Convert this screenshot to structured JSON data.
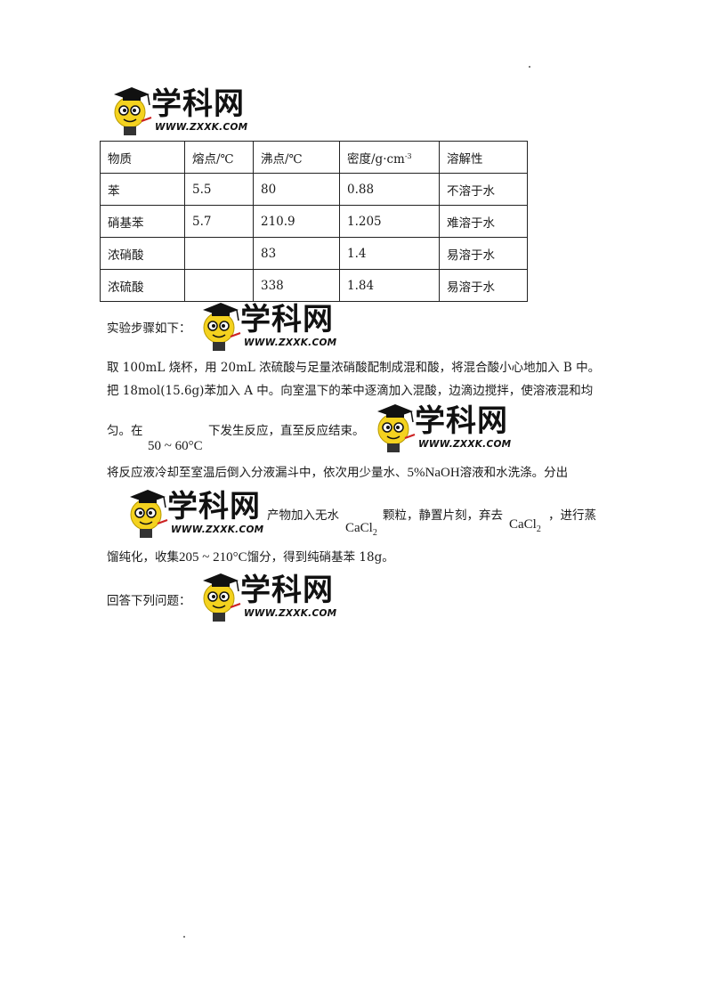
{
  "logo": {
    "brand": "学科网",
    "url": "WWW.ZXXK.COM"
  },
  "table": {
    "headers": [
      "物质",
      "熔点/℃",
      "沸点/℃",
      "密度/g·cm",
      "溶解性"
    ],
    "density_sup": "-3",
    "rows": [
      [
        "苯",
        "5.5",
        "80",
        "0.88",
        "不溶于水"
      ],
      [
        "硝基苯",
        "5.7",
        "210.9",
        "1.205",
        "难溶于水"
      ],
      [
        "浓硝酸",
        "",
        "83",
        "1.4",
        "易溶于水"
      ],
      [
        "浓硫酸",
        "",
        "338",
        "1.84",
        "易溶于水"
      ]
    ]
  },
  "text": {
    "steps_heading": "实验步骤如下：",
    "line1": "取 100mL 烧杯，用 20mL 浓硫酸与足量浓硝酸配制成混和酸，将混合酸小心地加入 B 中。",
    "line2": "把 18mol(15.6g)苯加入 A 中。向室温下的苯中逐滴加入混酸，边滴边搅拌，使溶液混和均",
    "line3a": "匀。在",
    "temp_range": "50 ~ 60°C",
    "line3b": "下发生反应，直至反应结束。",
    "line4a": "将反应液冷却至室温后倒入分液漏斗中，依次用少量水、",
    "naoh": "5%NaOH",
    "line4b": "溶液和水洗涤。分出",
    "line5a": "产物加入无水",
    "cacl": "CaCl",
    "cacl_sub": "2",
    "line5b": "颗粒，静置片刻，弃去",
    "line5c": "，进行蒸",
    "line6a": "馏纯化，收集",
    "bp_range": "205 ~ 210°C",
    "line6b": "馏分，得到纯硝基苯 18g。",
    "answer_heading": "回答下列问题："
  }
}
